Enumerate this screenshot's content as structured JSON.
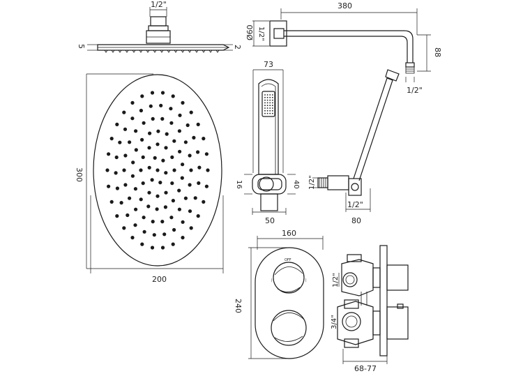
{
  "drawing": {
    "shower_head_side": {
      "thread": "1/2\"",
      "left_dim": "5",
      "right_dim": "2"
    },
    "shower_head_face": {
      "height": "300",
      "width": "200"
    },
    "shower_arm": {
      "diameter": "Ø60",
      "thread_wall": "1/2\"",
      "length": "380",
      "drop": "88",
      "thread_head": "1/2\""
    },
    "handset": {
      "width": "73",
      "bracket_height": "16",
      "bracket_depth": "40",
      "bracket_width": "50"
    },
    "wall_outlet": {
      "thread": "1/2\"",
      "thread_bottom": "1/2\"",
      "projection": "80"
    },
    "valve_plate": {
      "width": "160",
      "height": "240",
      "top_marking": "OFF"
    },
    "valve_body": {
      "outlet_top": "1/2\"",
      "outlet_bottom": "3/4\"",
      "depth": "68-77"
    }
  }
}
